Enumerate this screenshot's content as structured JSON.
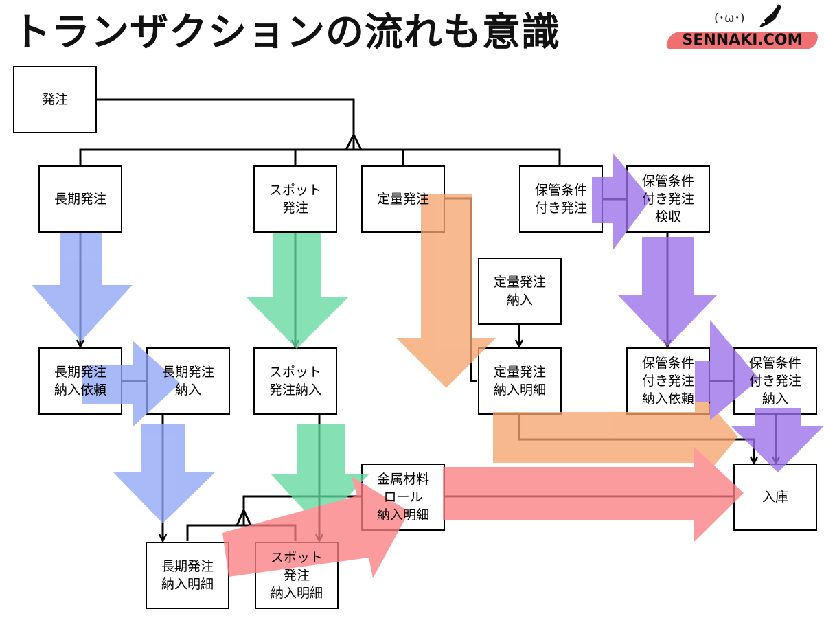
{
  "header": {
    "title": "トランザクションの流れも意識",
    "brand": "SENNAKI.COM",
    "mascot_face": "(･ω･)"
  },
  "diagram": {
    "nodes": [
      {
        "id": "hacchu",
        "label": "発注"
      },
      {
        "id": "chouki",
        "label": "長期発注"
      },
      {
        "id": "spot",
        "label": "スポット\n発注"
      },
      {
        "id": "teiryo",
        "label": "定量発注"
      },
      {
        "id": "hokan",
        "label": "保管条件\n付き発注"
      },
      {
        "id": "hokan_kenshu",
        "label": "保管条件\n付き発注\n検収"
      },
      {
        "id": "teiryo_nonyu",
        "label": "定量発注\n納入"
      },
      {
        "id": "chouki_irai",
        "label": "長期発注\n納入依頼"
      },
      {
        "id": "chouki_nonyu",
        "label": "長期発注\n納入"
      },
      {
        "id": "spot_nonyu",
        "label": "スポット\n発注納入"
      },
      {
        "id": "teiryo_meisai",
        "label": "定量発注\n納入明細"
      },
      {
        "id": "hokan_irai",
        "label": "保管条件\n付き発注\n納入依頼"
      },
      {
        "id": "hokan_nonyu",
        "label": "保管条件\n付き発注\n納入"
      },
      {
        "id": "kinzoku",
        "label": "金属材料\nロール\n納入明細"
      },
      {
        "id": "nyuko",
        "label": "入庫"
      },
      {
        "id": "chouki_meisai",
        "label": "長期発注\n納入明細"
      },
      {
        "id": "spot_meisai",
        "label": "スポット\n発注\n納入明細"
      }
    ],
    "flow_colors": {
      "chouki": "#8fa6f5",
      "spot": "#64d9a0",
      "teiryo": "#f5a56f",
      "hokan": "#9a70ea",
      "kinzoku": "#fa7f84"
    }
  }
}
